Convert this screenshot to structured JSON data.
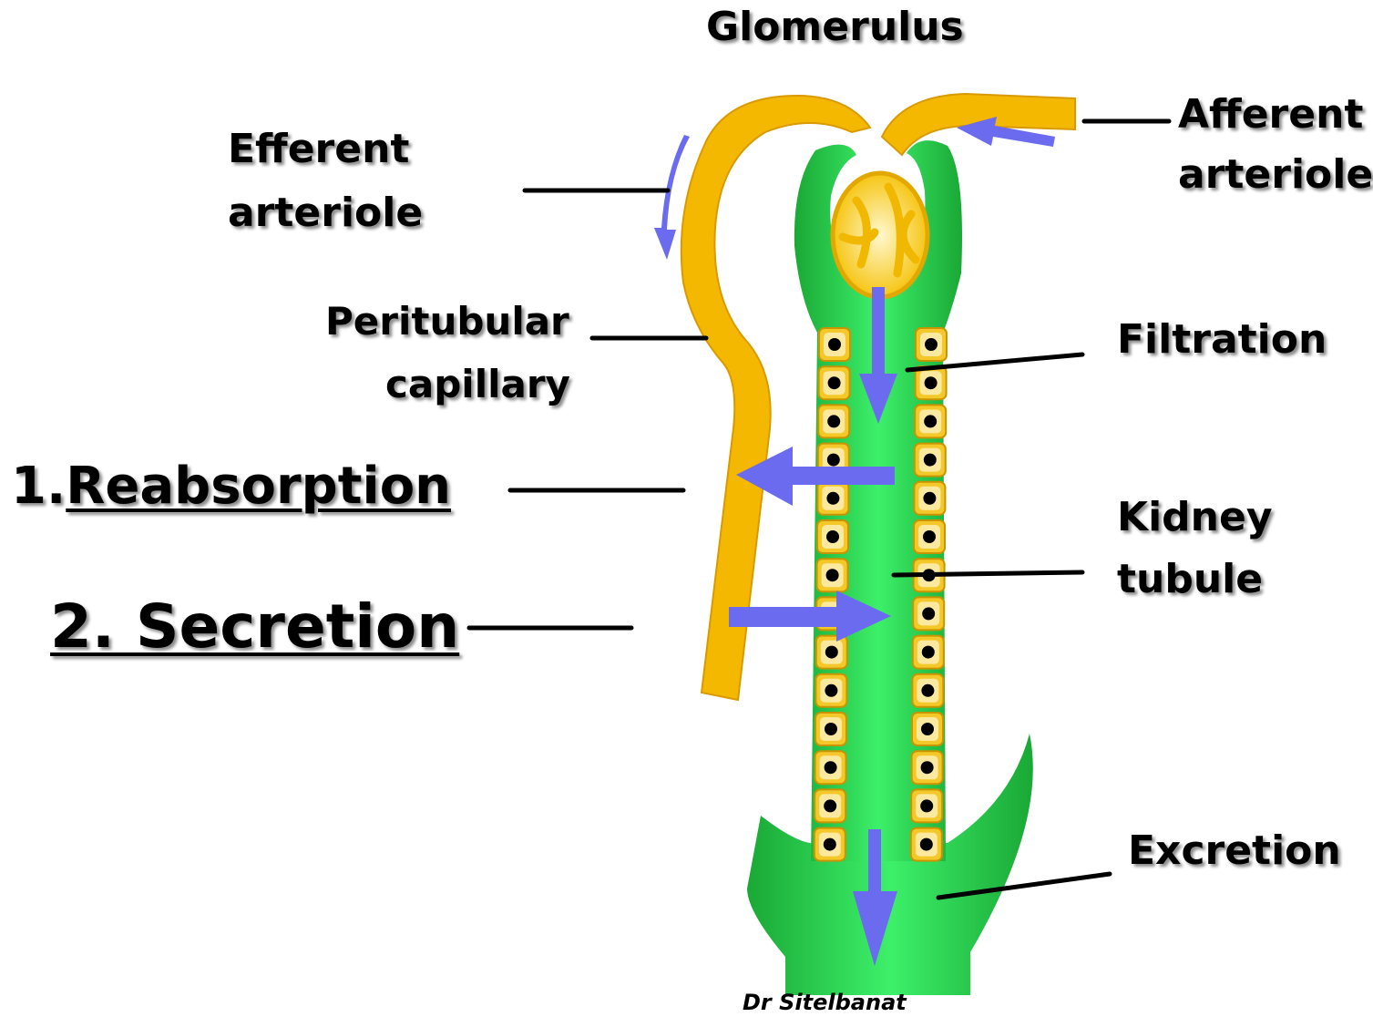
{
  "labels": {
    "glomerulus": "Glomerulus",
    "afferent_line1": "Afferent",
    "afferent_line2": "arteriole",
    "efferent_line1": "Efferent",
    "efferent_line2": "arteriole",
    "peritubular_line1": "Peritubular",
    "peritubular_line2": "capillary",
    "filtration": "Filtration",
    "reabsorption_number": "1.",
    "reabsorption": "Reabsorption",
    "secretion": "2. Secretion",
    "kidney_line1": "Kidney",
    "kidney_line2": "tubule",
    "excretion": "Excretion"
  },
  "credit": "Dr Sitelbanat",
  "colors": {
    "vessel": "#f5b800",
    "tubule": "#1fbf3a",
    "tubule_light": "#3df06a",
    "arrow": "#6b6bf0",
    "cell": "#f0c020",
    "leader_line": "#000000"
  }
}
